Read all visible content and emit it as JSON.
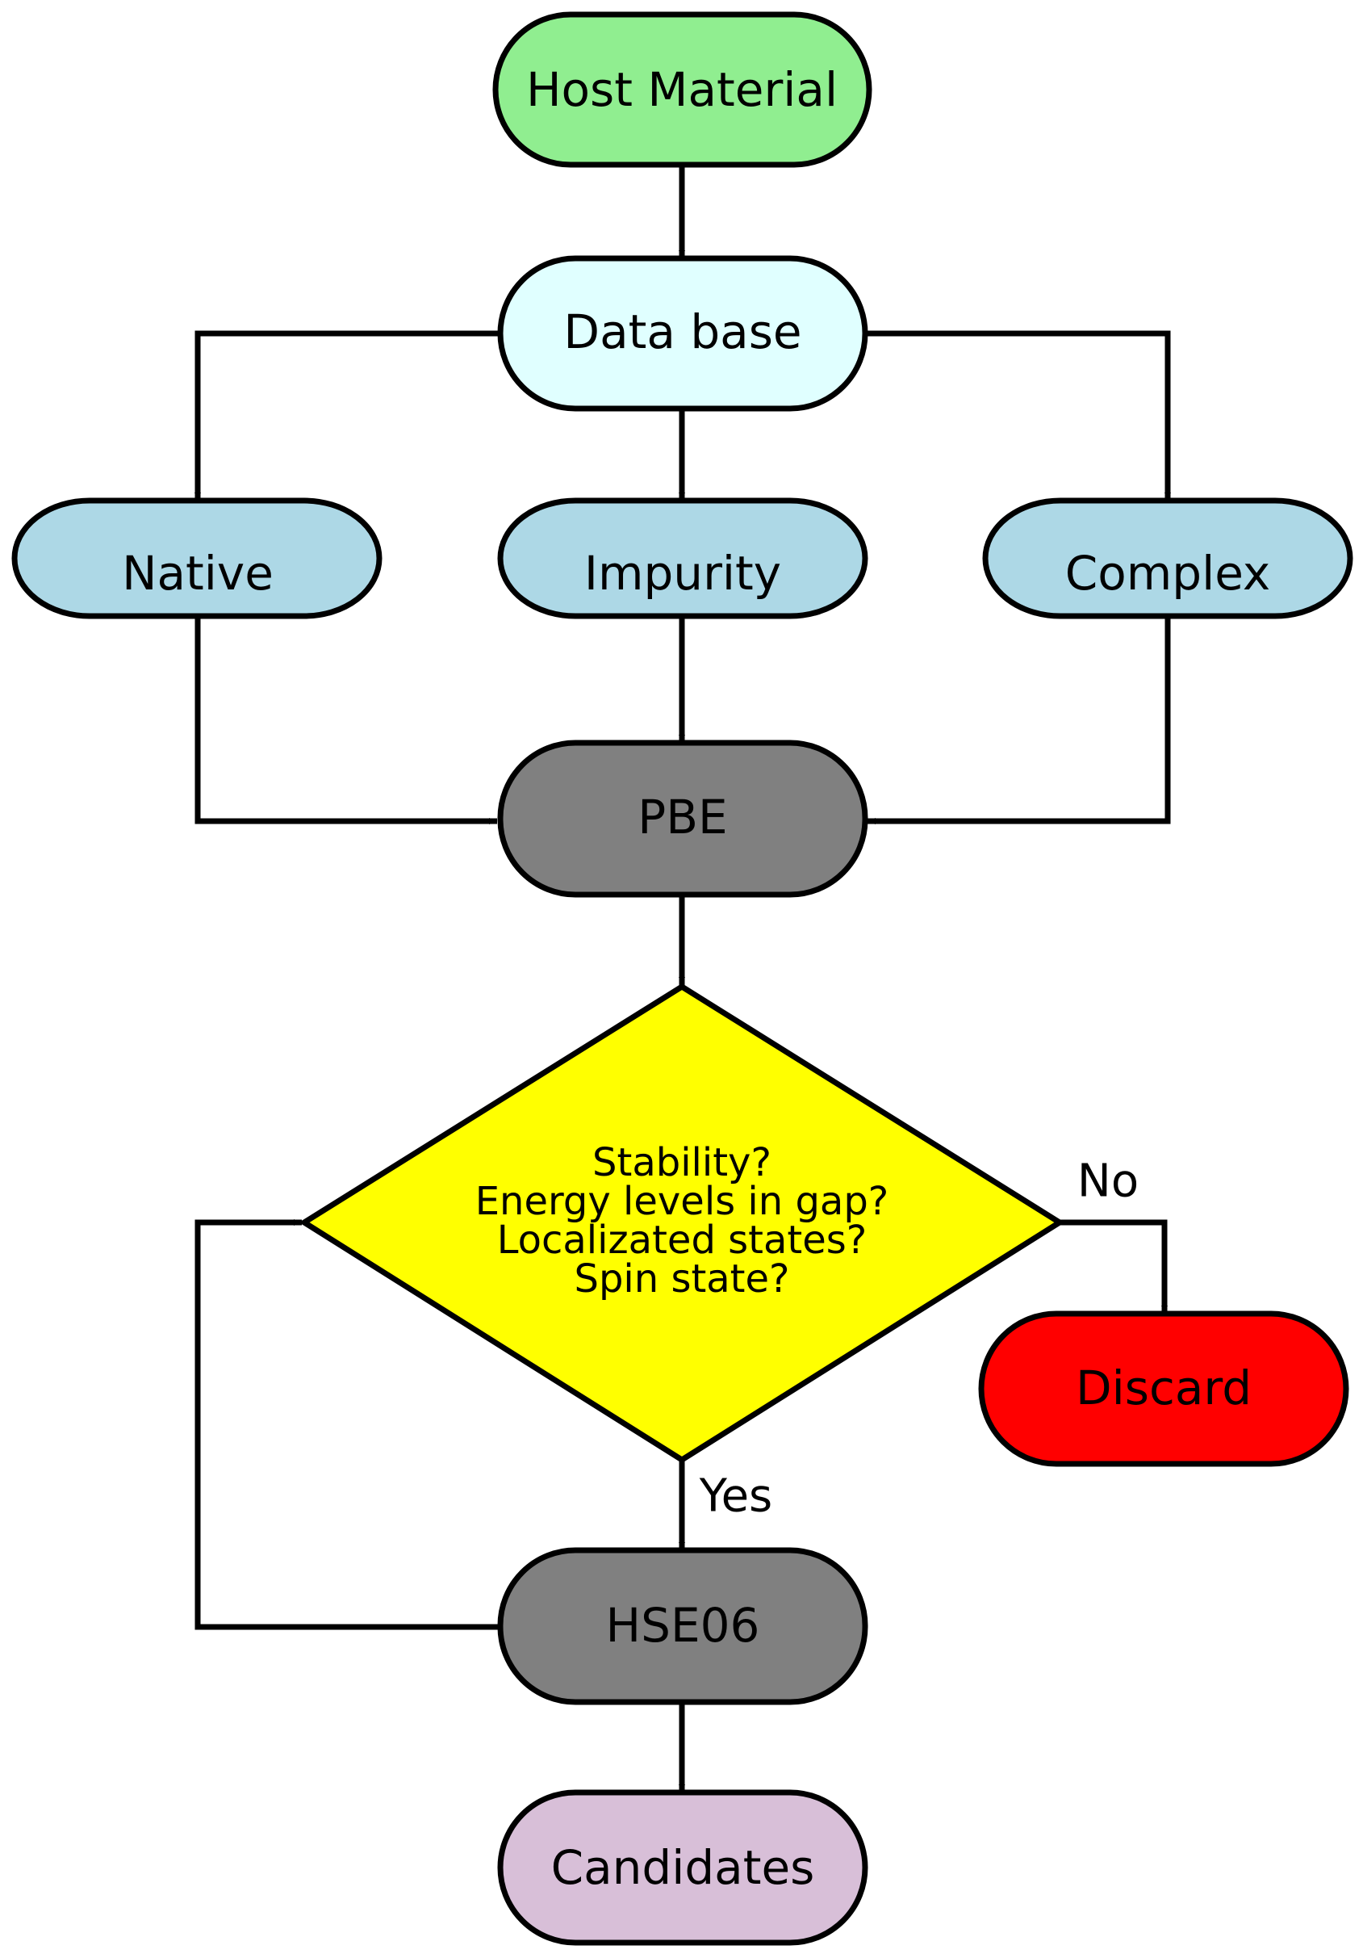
{
  "nodes": {
    "host_material": {
      "label": "Host Material",
      "color": "#90ee90"
    },
    "database": {
      "label": "Data base",
      "color": "#e0ffff"
    },
    "native": {
      "label": "Native",
      "color": "#add8e6"
    },
    "impurity": {
      "label": "Impurity",
      "color": "#add8e6"
    },
    "complex": {
      "label": "Complex",
      "color": "#add8e6"
    },
    "pbe": {
      "label": "PBE",
      "color": "#808080"
    },
    "decision": {
      "lines": [
        "Stability?",
        "Energy levels in gap?",
        "Localizated states?",
        "Spin state?"
      ],
      "color": "#ffff00"
    },
    "discard": {
      "label": "Discard",
      "color": "#ff0000"
    },
    "hse06": {
      "label": "HSE06",
      "color": "#808080"
    },
    "candidates": {
      "label": "Candidates",
      "color": "#d8bfd8"
    }
  },
  "edge_labels": {
    "no": "No",
    "yes": "Yes"
  }
}
